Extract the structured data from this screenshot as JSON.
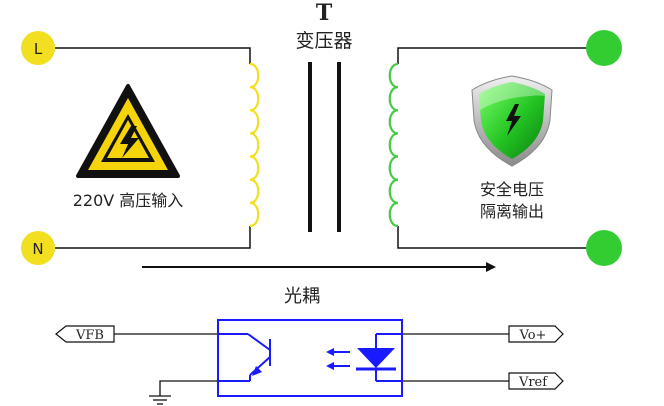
{
  "transformer": {
    "designator": "T",
    "label": "变压器",
    "input_label": "220V 高压输入",
    "output_label_line1": "安全电压",
    "output_label_line2": "隔离输出"
  },
  "terminals": {
    "line": "L",
    "neutral": "N"
  },
  "optocoupler": {
    "label": "光耦",
    "left_port": "VFB",
    "right_port_top": "Vo+",
    "right_port_bottom": "Vref"
  },
  "colors": {
    "terminal_input": "#f2df1f",
    "primary_coil": "#f2df1f",
    "terminal_output": "#33cc33",
    "secondary_coil": "#44cc44",
    "optocoupler_box": "#1a1aff",
    "warning_yellow": "#f6d40a",
    "shield_green": "#2ecc2e",
    "wire": "#111111"
  },
  "icons": {
    "warning": "high-voltage-warning-icon",
    "shield": "safety-shield-icon"
  }
}
